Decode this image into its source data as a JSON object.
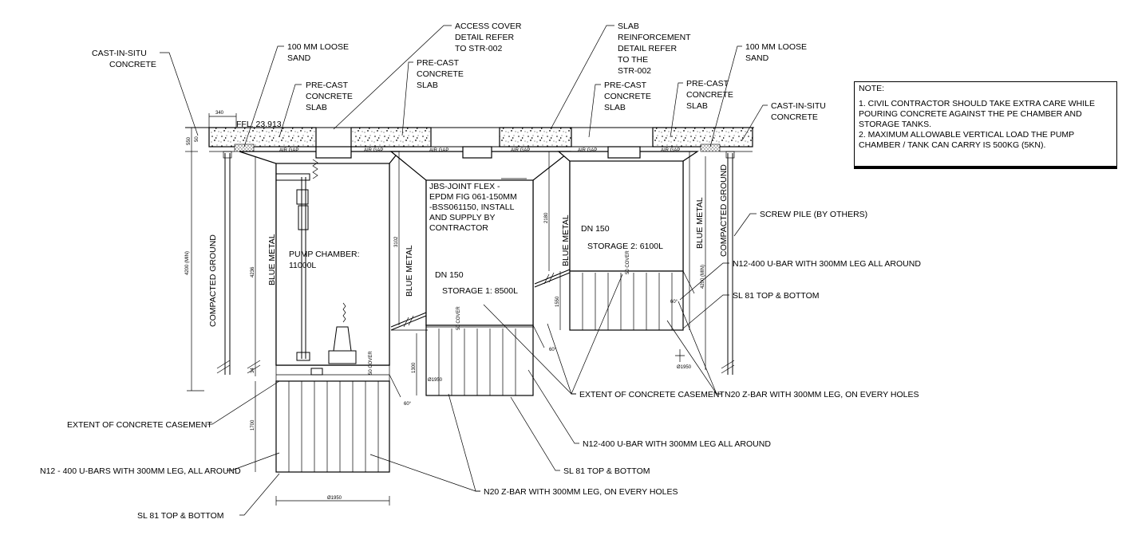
{
  "labels": {
    "cast_in_situ_left": [
      "CAST-IN-SITU",
      "CONCRETE"
    ],
    "loose_sand_left": [
      "100 MM LOOSE",
      "SAND"
    ],
    "access_cover": [
      "ACCESS COVER",
      "DETAIL REFER",
      "TO STR-002"
    ],
    "slab_reinforcement": [
      "SLAB",
      "REINFORCEMENT",
      "DETAIL REFER",
      "TO THE",
      "STR-002"
    ],
    "loose_sand_right": [
      "100 MM LOOSE",
      "SAND"
    ],
    "precast_1": [
      "PRE-CAST",
      "CONCRETE",
      "SLAB"
    ],
    "precast_2": [
      "PRE-CAST",
      "CONCRETE",
      "SLAB"
    ],
    "precast_3": [
      "PRE-CAST",
      "CONCRETE",
      "SLAB"
    ],
    "precast_4": [
      "PRE-CAST",
      "CONCRETE",
      "SLAB"
    ],
    "cast_in_situ_right": [
      "CAST-IN-SITU",
      "CONCRETE"
    ],
    "ffl": "FFL: 23.913",
    "air_gap": "AIR GAP",
    "jbs_joint": [
      "JBS-JOINT FLEX -",
      "EPDM FIG 061-150MM",
      "-BSS061150, INSTALL",
      "AND SUPPLY BY",
      "CONTRACTOR"
    ],
    "dn150_a": "DN 150",
    "dn150_b": "DN 150",
    "pump_chamber": [
      "PUMP CHAMBER:",
      "11000L"
    ],
    "storage_1": "STORAGE 1: 8500L",
    "storage_2": "STORAGE 2: 6100L",
    "compacted_ground": "COMPACTED GROUND",
    "blue_metal": "BLUE METAL",
    "screw_pile": "SCREW PILE (BY OTHERS)",
    "n12_right": "N12-400 U-BAR WITH 300MM LEG ALL AROUND",
    "sl81_right": "SL 81 TOP & BOTTOM",
    "extent_center": "EXTENT OF CONCRETE CASEMENT",
    "n20_right": "N20 Z-BAR WITH 300MM LEG, ON EVERY HOLES",
    "extent_left": "EXTENT OF CONCRETE CASEMENT",
    "n12_left": "N12 - 400 U-BARS WITH 300MM LEG, ALL AROUND",
    "sl81_left": "SL 81 TOP & BOTTOM",
    "n12_center": "N12-400 U-BAR WITH 300MM LEG ALL AROUND",
    "sl81_center": "SL 81 TOP & BOTTOM",
    "n20_center": "N20 Z-BAR WITH 300MM LEG, ON EVERY HOLES"
  },
  "dimensions": {
    "d340": "340",
    "d550": "550",
    "d50": "50",
    "d4200": "4200 (MIN)",
    "d4236": "4236",
    "d3102": "3102",
    "d2180": "2180",
    "d4200b": "4200 (MIN)",
    "d1700": "1700",
    "d1300": "1300",
    "d1550": "1550",
    "d1950": "Ø1950",
    "d1950b": "Ø1950",
    "d1950c": "Ø1950",
    "d60a": "60°",
    "d60b": "60°",
    "d60c": "60°",
    "cover": "50 COVER",
    "d34": "34"
  },
  "note": {
    "title": "NOTE:",
    "items": [
      "1.  CIVIL CONTRACTOR SHOULD TAKE EXTRA CARE WHILE POURING CONCRETE AGAINST THE PE CHAMBER AND STORAGE TANKS.",
      "2. MAXIMUM ALLOWABLE VERTICAL LOAD THE PUMP CHAMBER / TANK CAN CARRY IS 500KG (5KN)."
    ]
  }
}
